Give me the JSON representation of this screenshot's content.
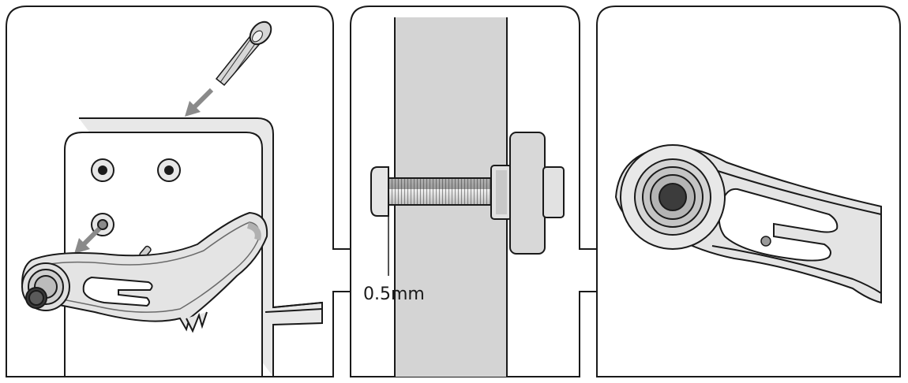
{
  "figure": {
    "panels": [
      {
        "id": "panel-1",
        "icons": [
          "screw-icon",
          "insert-arrow-icon",
          "mounting-plate",
          "bracket-arm"
        ]
      },
      {
        "id": "panel-2",
        "icons": [
          "wall-section",
          "bolt-icon",
          "nut-icon"
        ]
      },
      {
        "id": "panel-3",
        "icons": [
          "bracket-arm-closeup",
          "bearing-ring-icon",
          "pin-icon"
        ]
      }
    ],
    "gap_label": "0.5mm",
    "colors": {
      "outline": "#1a1a1a",
      "metal_light": "#e6e6e6",
      "metal_mid": "#c9c9c9",
      "metal_dark": "#8c8c8c",
      "wall": "#d4d4d4",
      "arrow": "#8a8a8a"
    }
  }
}
